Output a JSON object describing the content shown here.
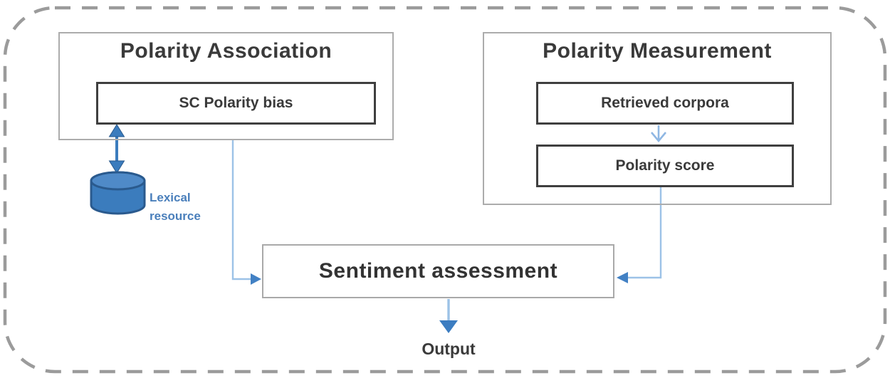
{
  "diagram": {
    "panels": {
      "polarity_association": {
        "title": "Polarity Association"
      },
      "polarity_measurement": {
        "title": "Polarity Measurement"
      }
    },
    "nodes": {
      "sc_polarity_bias": "SC Polarity bias",
      "retrieved_corpora": "Retrieved corpora",
      "polarity_score": "Polarity score",
      "sentiment_assessment": "Sentiment assessment"
    },
    "labels": {
      "lexical_resource": "Lexical resource",
      "output": "Output"
    },
    "icons": {
      "lexical_store": "database-cylinder-icon",
      "lexical_link": "double-headed-arrow-icon",
      "flow": "down-arrow-icon"
    },
    "colors": {
      "accent_blue": "#3b7cbd",
      "accent_blue_dark": "#2a5a8e",
      "connector_light_blue": "#9cc2e7",
      "arrowhead_blue": "#3c7dc1",
      "lexical_text_blue": "#4a7fbb",
      "panel_border_gray": "#acacac",
      "node_border_dark": "#3f3f3f",
      "dashed_border_gray": "#9b9b9b",
      "text_dark": "#3a3a3a"
    }
  }
}
